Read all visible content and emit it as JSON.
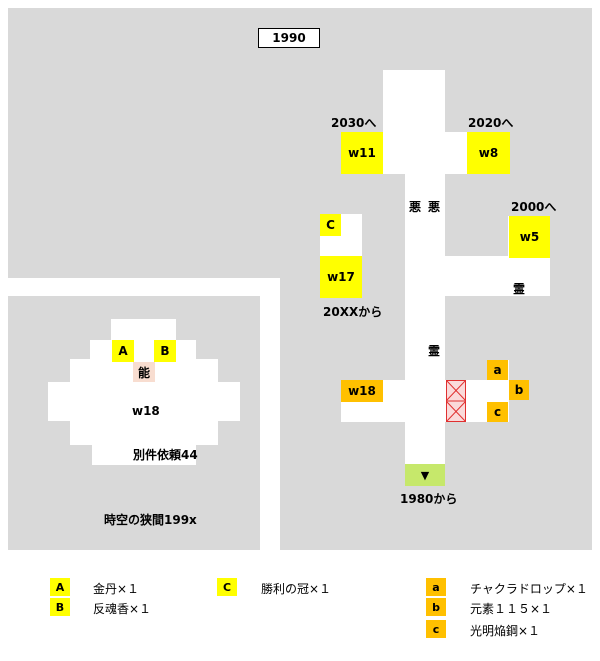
{
  "map": {
    "year_label": "1990",
    "right_area": {
      "exit_2030": "2030へ",
      "exit_2020": "2020へ",
      "exit_2000": "2000へ",
      "exit_20xx": "20XXから",
      "exit_1980": "1980から",
      "room_w11": "w11",
      "room_w8": "w8",
      "room_w5": "w5",
      "room_w17": "w17",
      "room_w18": "w18",
      "item_c_upper": "C",
      "item_a": "a",
      "item_b": "b",
      "item_c": "c",
      "kanji_aku_1": "悪",
      "kanji_aku_2": "悪",
      "kanji_rei_1": "霊",
      "kanji_rei_2": "霊",
      "down_arrow": "▼"
    },
    "left_area": {
      "item_a": "A",
      "item_b": "B",
      "kanji_nou": "能",
      "room_label": "w18",
      "quest_label": "別件依頼44",
      "area_name": "時空の狭間199x"
    }
  },
  "legend": [
    {
      "key": "A",
      "color": "#ffff00",
      "text": "金丹×１"
    },
    {
      "key": "B",
      "color": "#ffff00",
      "text": "反魂香×１"
    },
    {
      "key": "C",
      "color": "#ffff00",
      "text": "勝利の冠×１"
    },
    {
      "key": "a",
      "color": "#ffc000",
      "text": "チャクラドロップ×１"
    },
    {
      "key": "b",
      "color": "#ffc000",
      "text": "元素１１５×１"
    },
    {
      "key": "c",
      "color": "#ffc000",
      "text": "光明焔鋼×１"
    }
  ],
  "colors": {
    "background_gray": "#d9d9d9",
    "item_yellow": "#ffff00",
    "item_orange": "#ffc000",
    "start_green": "#c6e86b",
    "trap_red": "#e03030",
    "nou_pink": "#f8ddd0"
  }
}
